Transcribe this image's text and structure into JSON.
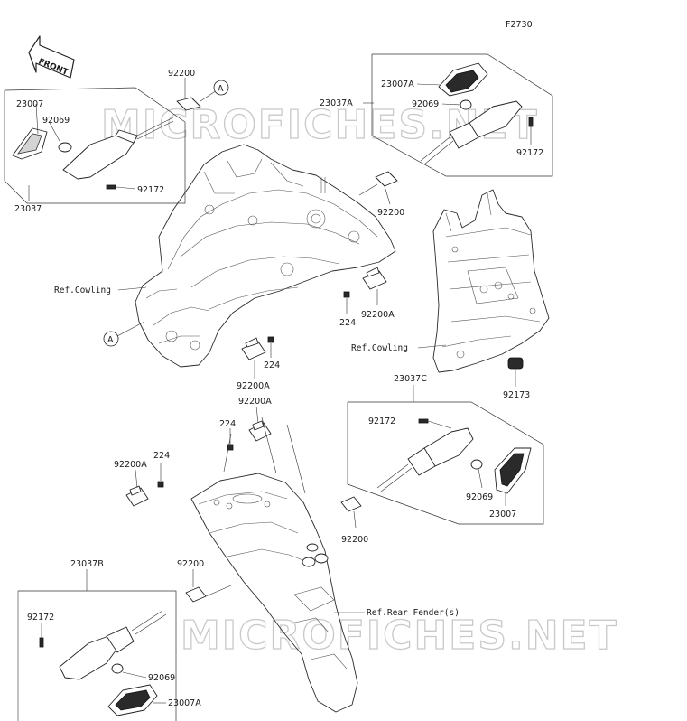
{
  "figure_code": "F2730",
  "front_label": "FRONT",
  "watermark": "MICROFICHES.NET",
  "callout_a": "A",
  "labels": {
    "p92200_top": "92200",
    "p23007": "23007",
    "p92069_fl": "92069",
    "p92172_fl": "92172",
    "p23037": "23037",
    "p23037A": "23037A",
    "p23007A_fr": "23007A",
    "p92069_fr": "92069",
    "p92172_fr": "92172",
    "p92200_fr": "92200",
    "ref_cowling_1": "Ref.Cowling",
    "p224_a": "224",
    "p92200A_a": "92200A",
    "p224_b": "224",
    "p92200A_b": "92200A",
    "ref_cowling_2": "Ref.Cowling",
    "p92173": "92173",
    "p23037C": "23037C",
    "p92200A_c": "92200A",
    "p224_c": "224",
    "p92172_rr": "92172",
    "p92200A_d": "92200A",
    "p224_d": "224",
    "p92069_rr": "92069",
    "p23007_rr": "23007",
    "p92200_rr": "92200",
    "p23037B": "23037B",
    "p92200_rl": "92200",
    "ref_rear_fender": "Ref.Rear Fender(s)",
    "p92172_rl": "92172",
    "p92069_rl": "92069",
    "p23007A_rl": "23007A"
  }
}
